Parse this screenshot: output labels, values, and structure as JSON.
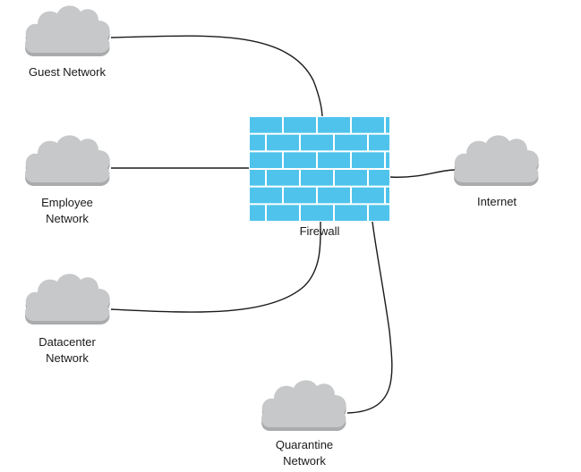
{
  "diagram": {
    "colors": {
      "cloud_fill": "#c6c8c9",
      "cloud_shadow": "#a9abac",
      "brick": "#4fc3ec",
      "mortar": "#ffffff",
      "link": "#1a1a1a"
    },
    "nodes": {
      "guest": {
        "line1": "Guest Network",
        "line2": ""
      },
      "employee": {
        "line1": "Employee",
        "line2": "Network"
      },
      "datacenter": {
        "line1": "Datacenter",
        "line2": "Network"
      },
      "quarantine": {
        "line1": "Quarantine",
        "line2": "Network"
      },
      "internet": {
        "line1": "Internet",
        "line2": ""
      },
      "firewall": {
        "label": "Firewall",
        "icon": "brick-wall-icon"
      }
    },
    "links": [
      "guest-firewall",
      "employee-firewall",
      "datacenter-firewall",
      "quarantine-firewall",
      "firewall-internet"
    ]
  }
}
